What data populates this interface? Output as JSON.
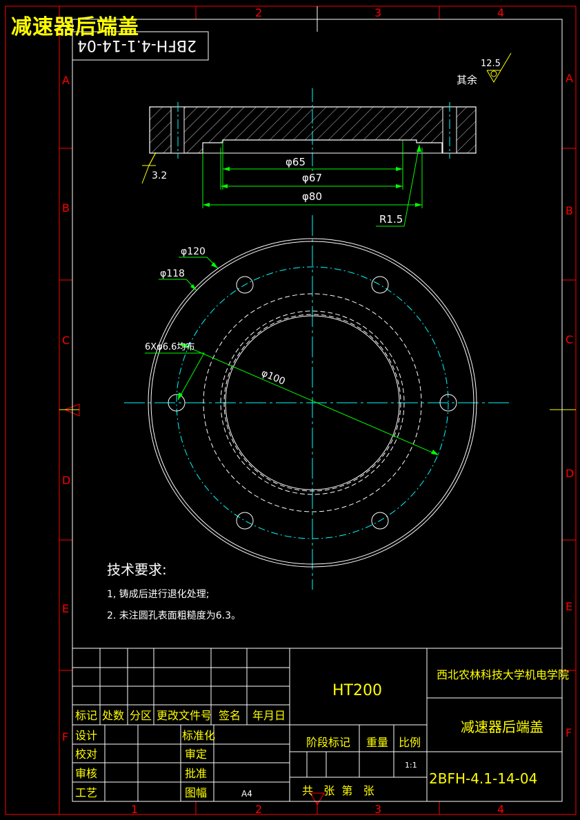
{
  "header": {
    "overlay_title": "减速器后端盖",
    "mirrored_drawing_no": "2BFH-4.1-14-04"
  },
  "border": {
    "columns": [
      "1",
      "2",
      "3",
      "4"
    ],
    "rows": [
      "A",
      "B",
      "C",
      "D",
      "E",
      "F"
    ]
  },
  "roughness": {
    "others_label": "其余",
    "others_value": "12.5",
    "face_value": "3.2"
  },
  "section_view": {
    "dims": {
      "d65": "φ65",
      "d67": "φ67",
      "d80": "φ80",
      "r15": "R1.5"
    }
  },
  "plan_view": {
    "dims": {
      "d120": "φ120",
      "d118": "φ118",
      "holes": "6Xφ6.6均布",
      "d100": "φ100"
    }
  },
  "notes": {
    "title": "技术要求:",
    "items": [
      "1, 铸成后进行退化处理;",
      "2. 未注圆孔表面粗糙度为6.3。"
    ]
  },
  "title_block": {
    "material": "HT200",
    "school": "西北农林科技大学机电学院",
    "part_name": "减速器后端盖",
    "drawing_no": "2BFH-4.1-14-04",
    "scale_value": "1:1",
    "sheet_size": "A4",
    "revision_headers": [
      "标记",
      "处数",
      "分区",
      "更改文件号",
      "签名",
      "年月日"
    ],
    "roles_left": [
      "设计",
      "校对",
      "审核",
      "工艺"
    ],
    "roles_right": [
      "标准化",
      "审定",
      "批准",
      "图幅"
    ],
    "stage_label": "阶段标记",
    "weight_label": "重量",
    "scale_label": "比例",
    "sheets_label": "共   张  第   张"
  },
  "colors": {
    "frame_red": "#ff0000",
    "outline_white": "#ffffff",
    "dimension_green": "#00ff00",
    "text_yellow": "#ffff00",
    "centerline_cyan": "#00ffff"
  }
}
